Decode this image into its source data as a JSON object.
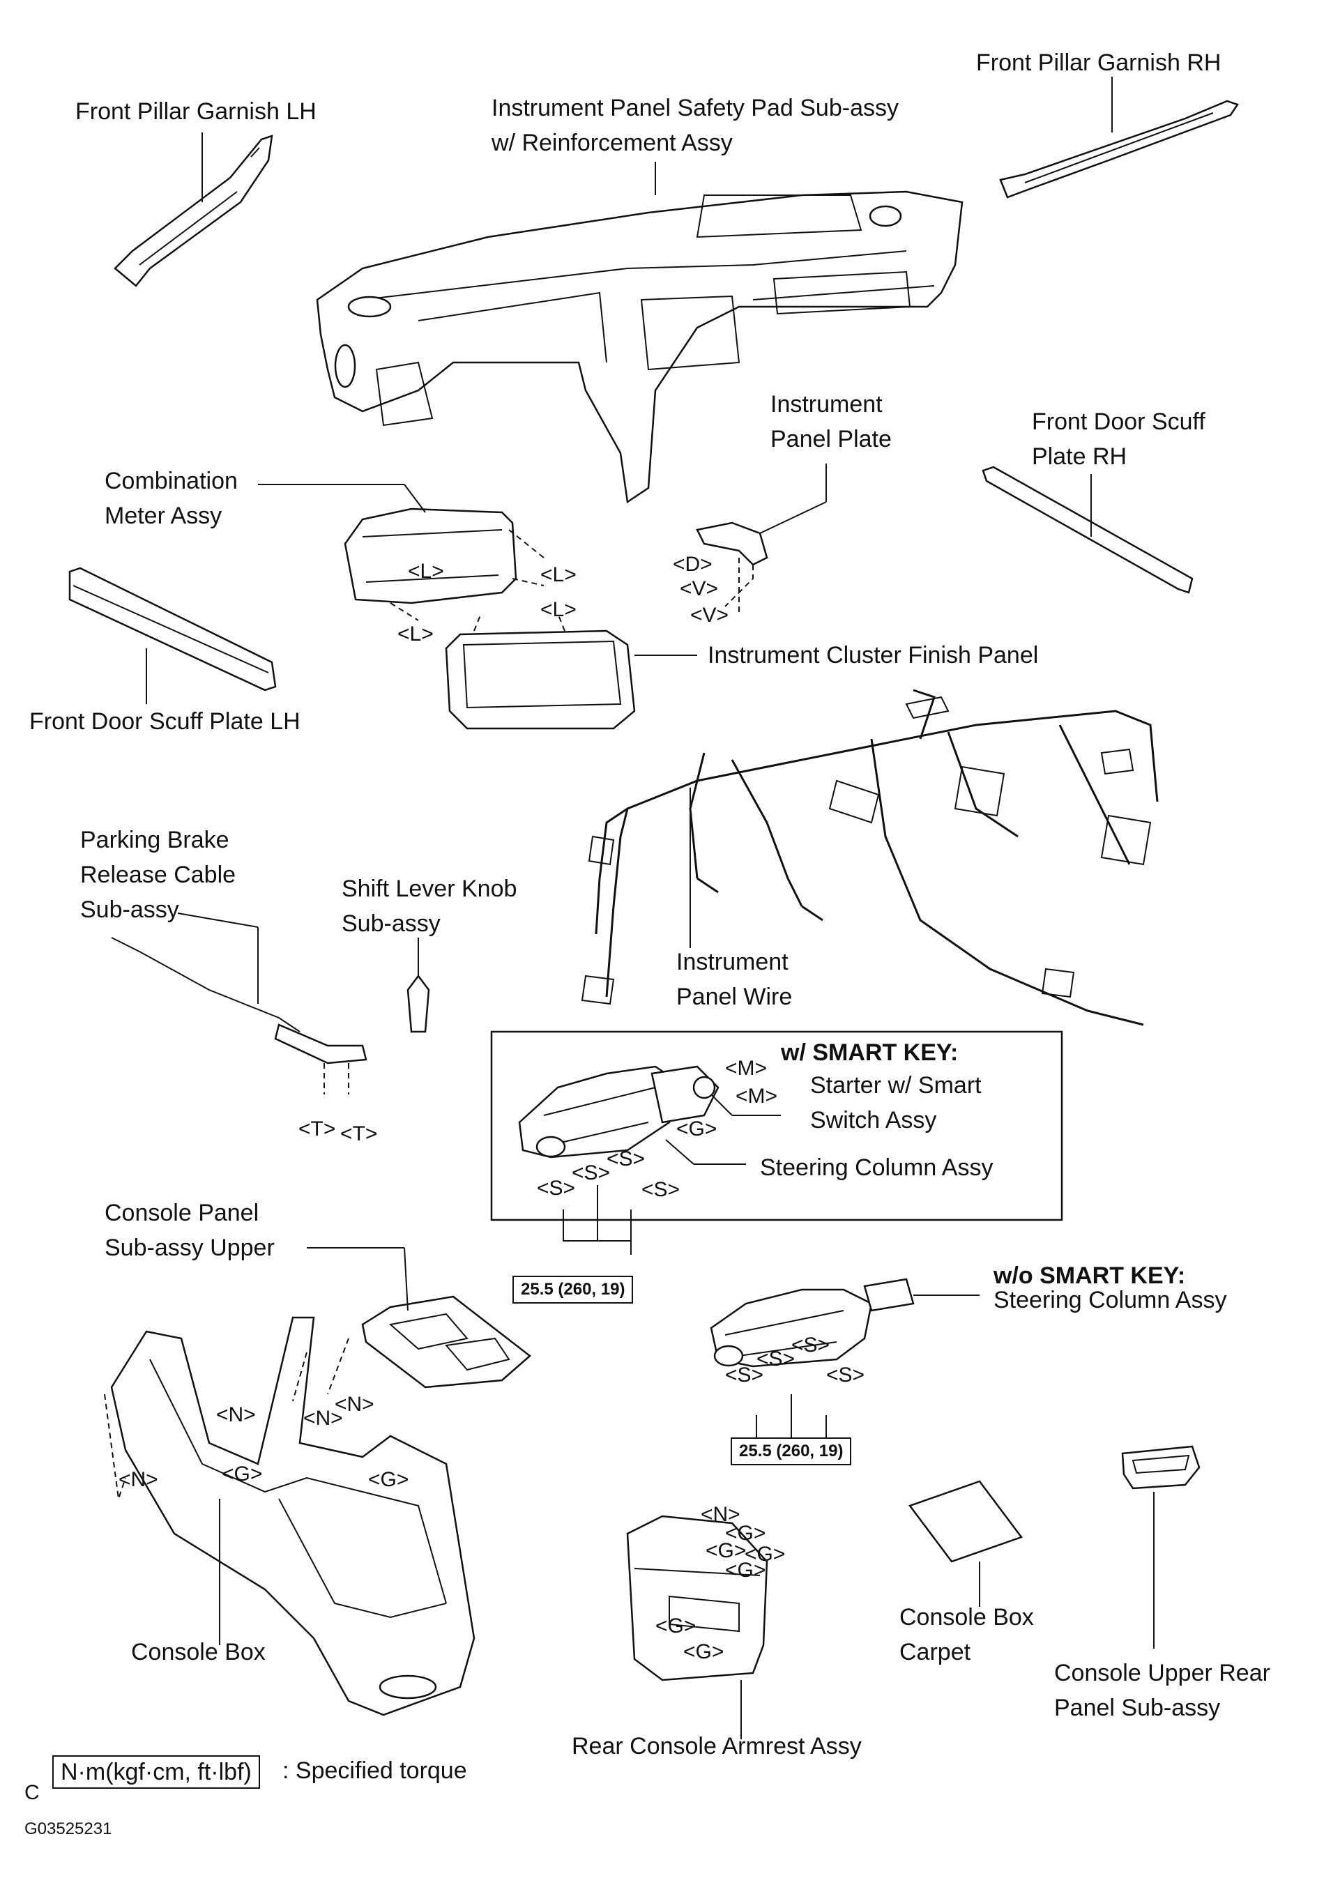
{
  "labels": {
    "front_pillar_garnish_lh": "Front Pillar Garnish LH",
    "front_pillar_garnish_rh": "Front Pillar Garnish RH",
    "safety_pad_l1": "Instrument Panel Safety Pad Sub-assy",
    "safety_pad_l2": "w/ Reinforcement Assy",
    "combination_meter_l1": "Combination",
    "combination_meter_l2": "Meter Assy",
    "instrument_panel_plate_l1": "Instrument",
    "instrument_panel_plate_l2": "Panel Plate",
    "front_door_scuff_rh_l1": "Front Door Scuff",
    "front_door_scuff_rh_l2": "Plate RH",
    "instrument_cluster_finish_panel": "Instrument Cluster Finish Panel",
    "front_door_scuff_lh": "Front Door Scuff Plate LH",
    "parking_brake_l1": "Parking Brake",
    "parking_brake_l2": "Release Cable",
    "parking_brake_l3": "Sub-assy",
    "shift_lever_l1": "Shift Lever Knob",
    "shift_lever_l2": "Sub-assy",
    "panel_wire_l1": "Instrument",
    "panel_wire_l2": "Panel Wire",
    "smart_key_heading": "w/ SMART KEY:",
    "starter_l1": "Starter w/ Smart",
    "starter_l2": "Switch Assy",
    "steering_column_smart": "Steering Column Assy",
    "console_panel_l1": "Console Panel",
    "console_panel_l2": "Sub-assy Upper",
    "no_smart_key_heading": "w/o SMART KEY:",
    "steering_column_nosmart": "Steering Column Assy",
    "console_box": "Console Box",
    "console_box_carpet_l1": "Console Box",
    "console_box_carpet_l2": "Carpet",
    "console_upper_rear_l1": "Console Upper Rear",
    "console_upper_rear_l2": "Panel Sub-assy",
    "rear_console_armrest": "Rear Console Armrest Assy"
  },
  "tags": {
    "L": "<L>",
    "D": "<D>",
    "V": "<V>",
    "T": "<T>",
    "M": "<M>",
    "G": "<G>",
    "S": "<S>",
    "N": "<N>"
  },
  "torque": {
    "smart": "25.5 (260, 19)",
    "nosmart": "25.5 (260, 19)"
  },
  "legend": {
    "prefix": "C",
    "unit_box": "N·m(kgf·cm, ft·lbf)",
    "text": ": Specified torque"
  },
  "figure_code": "G03525231"
}
